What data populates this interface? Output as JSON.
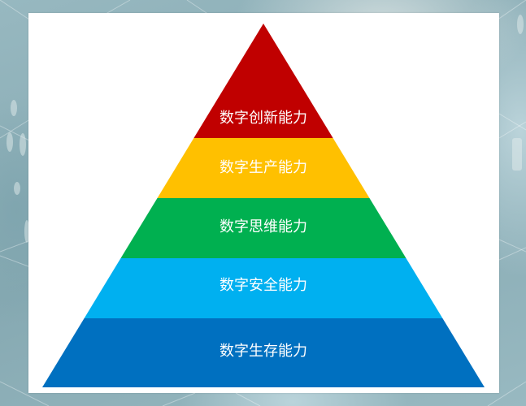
{
  "diagram": {
    "type": "pyramid",
    "levels": [
      {
        "label": "数字创新能力",
        "color": "#C00000"
      },
      {
        "label": "数字生产能力",
        "color": "#FFC000"
      },
      {
        "label": "数字思维能力",
        "color": "#00B050"
      },
      {
        "label": "数字安全能力",
        "color": "#00B0F0"
      },
      {
        "label": "数字生存能力",
        "color": "#0070C0"
      }
    ]
  },
  "colors": {
    "background": "#8fb1b9",
    "panel": "#ffffff",
    "label_text": "#ffffff"
  }
}
